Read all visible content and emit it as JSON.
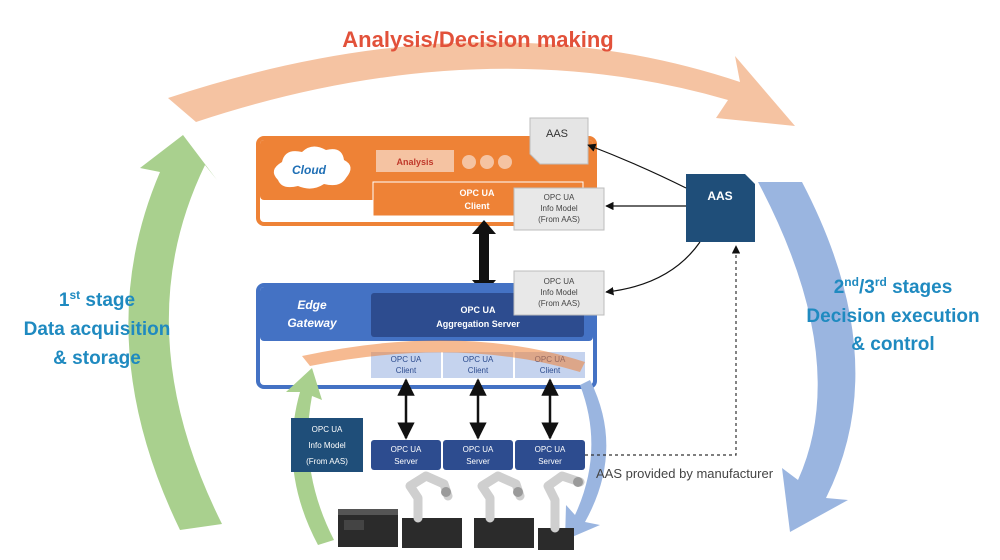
{
  "title": "Analysis/Decision making",
  "stage_left": {
    "line1_main": "1",
    "line1_sup": "st",
    "line1_rest": " stage",
    "line2": "Data acquisition",
    "line3": "& storage"
  },
  "stage_right": {
    "n1": "2",
    "sup1": "nd",
    "slash": "/3",
    "sup2": "rd",
    "rest": " stages",
    "line2": "Decision execution",
    "line3": "& control"
  },
  "cloud": {
    "label": "Cloud",
    "analysis": "Analysis",
    "client_line1": "OPC UA",
    "client_line2": "Client"
  },
  "info_model": {
    "line1": "OPC UA",
    "line2": "Info Model",
    "line3": "(From AAS)"
  },
  "aas_doc": "AAS",
  "aas_main": "AAS",
  "edge": {
    "label_line1": "Edge",
    "label_line2": "Gateway",
    "agg_line1": "OPC UA",
    "agg_line2": "Aggregation Server"
  },
  "clients": [
    {
      "line1": "OPC UA",
      "line2": "Client"
    },
    {
      "line1": "OPC UA",
      "line2": "Client"
    },
    {
      "line1": "OPC UA",
      "line2": "Client"
    }
  ],
  "servers": [
    {
      "line1": "OPC UA",
      "line2": "Server"
    },
    {
      "line1": "OPC UA",
      "line2": "Server"
    },
    {
      "line1": "OPC UA",
      "line2": "Server"
    }
  ],
  "device_info_model": {
    "line1": "OPC UA",
    "line2": "Info Model",
    "line3": "(From AAS)"
  },
  "aas_note": "AAS provided by manufacturer",
  "colors": {
    "orange": "#ee8236",
    "orange_light": "#f5c3a2",
    "orange_title": "#e2513a",
    "blue_dark": "#2d4c8f",
    "blue_mid": "#4472c4",
    "blue_light": "#c5d3ee",
    "green": "#a9d08e",
    "teal_text": "#1f8ac0"
  }
}
